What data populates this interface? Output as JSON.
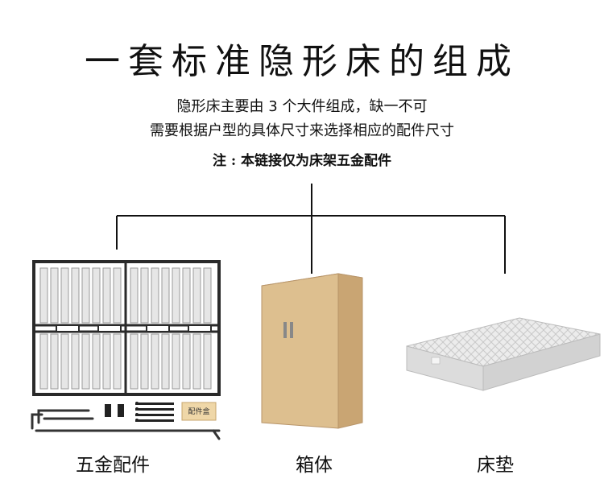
{
  "header": {
    "title": "一套标准隐形床的组成",
    "description_line1": "隐形床主要由 3 个大件组成，缺一不可",
    "description_line2": "需要根据户型的具体尺寸来选择相应的配件尺寸",
    "note": "注 : 本链接仅为床架五金配件"
  },
  "components": [
    {
      "label": "五金配件",
      "icon": "bed-frame-hardware"
    },
    {
      "label": "箱体",
      "icon": "wooden-cabinet"
    },
    {
      "label": "床垫",
      "icon": "mattress"
    }
  ],
  "hardware_box_label": "配件盒",
  "colors": {
    "text": "#111111",
    "frame_metal": "#2a2a2a",
    "slat": "#e8e8e8",
    "cabinet_wood": "#d9b98a",
    "mattress": "#eeeeee",
    "box": "#efd7a8"
  }
}
